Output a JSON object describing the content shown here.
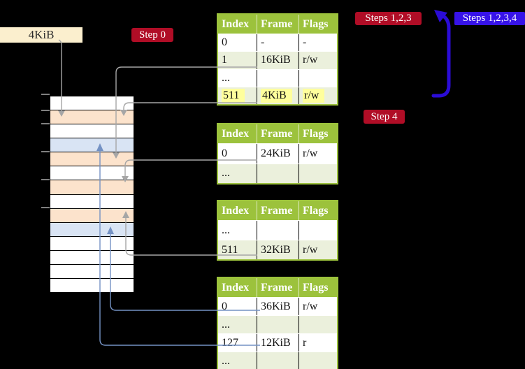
{
  "labels": {
    "mem_size": "4KiB",
    "step0": "Step 0",
    "steps123": "Steps 1,2,3",
    "steps1234": "Steps 1,2,3,4",
    "step4": "Step 4"
  },
  "tables": [
    {
      "name": "page-table-step0",
      "headers": [
        "Index",
        "Frame",
        "Flags"
      ],
      "rows": [
        {
          "cells": [
            "0",
            "-",
            "-"
          ]
        },
        {
          "cells": [
            "1",
            "16KiB",
            "r/w"
          ]
        },
        {
          "cells": [
            "...",
            "",
            ""
          ]
        },
        {
          "cells": [
            "511",
            "4KiB",
            "r/w"
          ],
          "highlight": true
        }
      ]
    },
    {
      "name": "page-table-2",
      "headers": [
        "Index",
        "Frame",
        "Flags"
      ],
      "rows": [
        {
          "cells": [
            "0",
            "24KiB",
            "r/w"
          ]
        },
        {
          "cells": [
            "...",
            "",
            ""
          ]
        }
      ]
    },
    {
      "name": "page-table-3",
      "headers": [
        "Index",
        "Frame",
        "Flags"
      ],
      "rows": [
        {
          "cells": [
            "...",
            "",
            ""
          ]
        },
        {
          "cells": [
            "511",
            "32KiB",
            "r/w"
          ]
        }
      ]
    },
    {
      "name": "page-table-4",
      "headers": [
        "Index",
        "Frame",
        "Flags"
      ],
      "rows": [
        {
          "cells": [
            "0",
            "36KiB",
            "r/w"
          ]
        },
        {
          "cells": [
            "...",
            "",
            ""
          ]
        },
        {
          "cells": [
            "127",
            "12KiB",
            "r"
          ]
        },
        {
          "cells": [
            "...",
            "",
            ""
          ]
        }
      ]
    }
  ],
  "memory": {
    "rows": [
      "white",
      "peach",
      "white",
      "blue",
      "peach",
      "white",
      "peach",
      "white",
      "peach",
      "blue",
      "white",
      "white",
      "white",
      "white"
    ]
  },
  "colors": {
    "table_header_green": "#9CC23C",
    "table_band_green": "#EBF0DC",
    "highlight_yellow": "#FFFF9C",
    "badge_crimson": "#B00D26",
    "badge_blue": "#3713E8",
    "mem_label_cream": "#FBEFCE",
    "mem_row_peach": "#FCE3CC",
    "mem_row_blue": "#D9E4F4",
    "connector_gray": "#A6A6A6",
    "connector_blue": "#7492C4",
    "big_arrow_blue": "#2B0CD6"
  }
}
